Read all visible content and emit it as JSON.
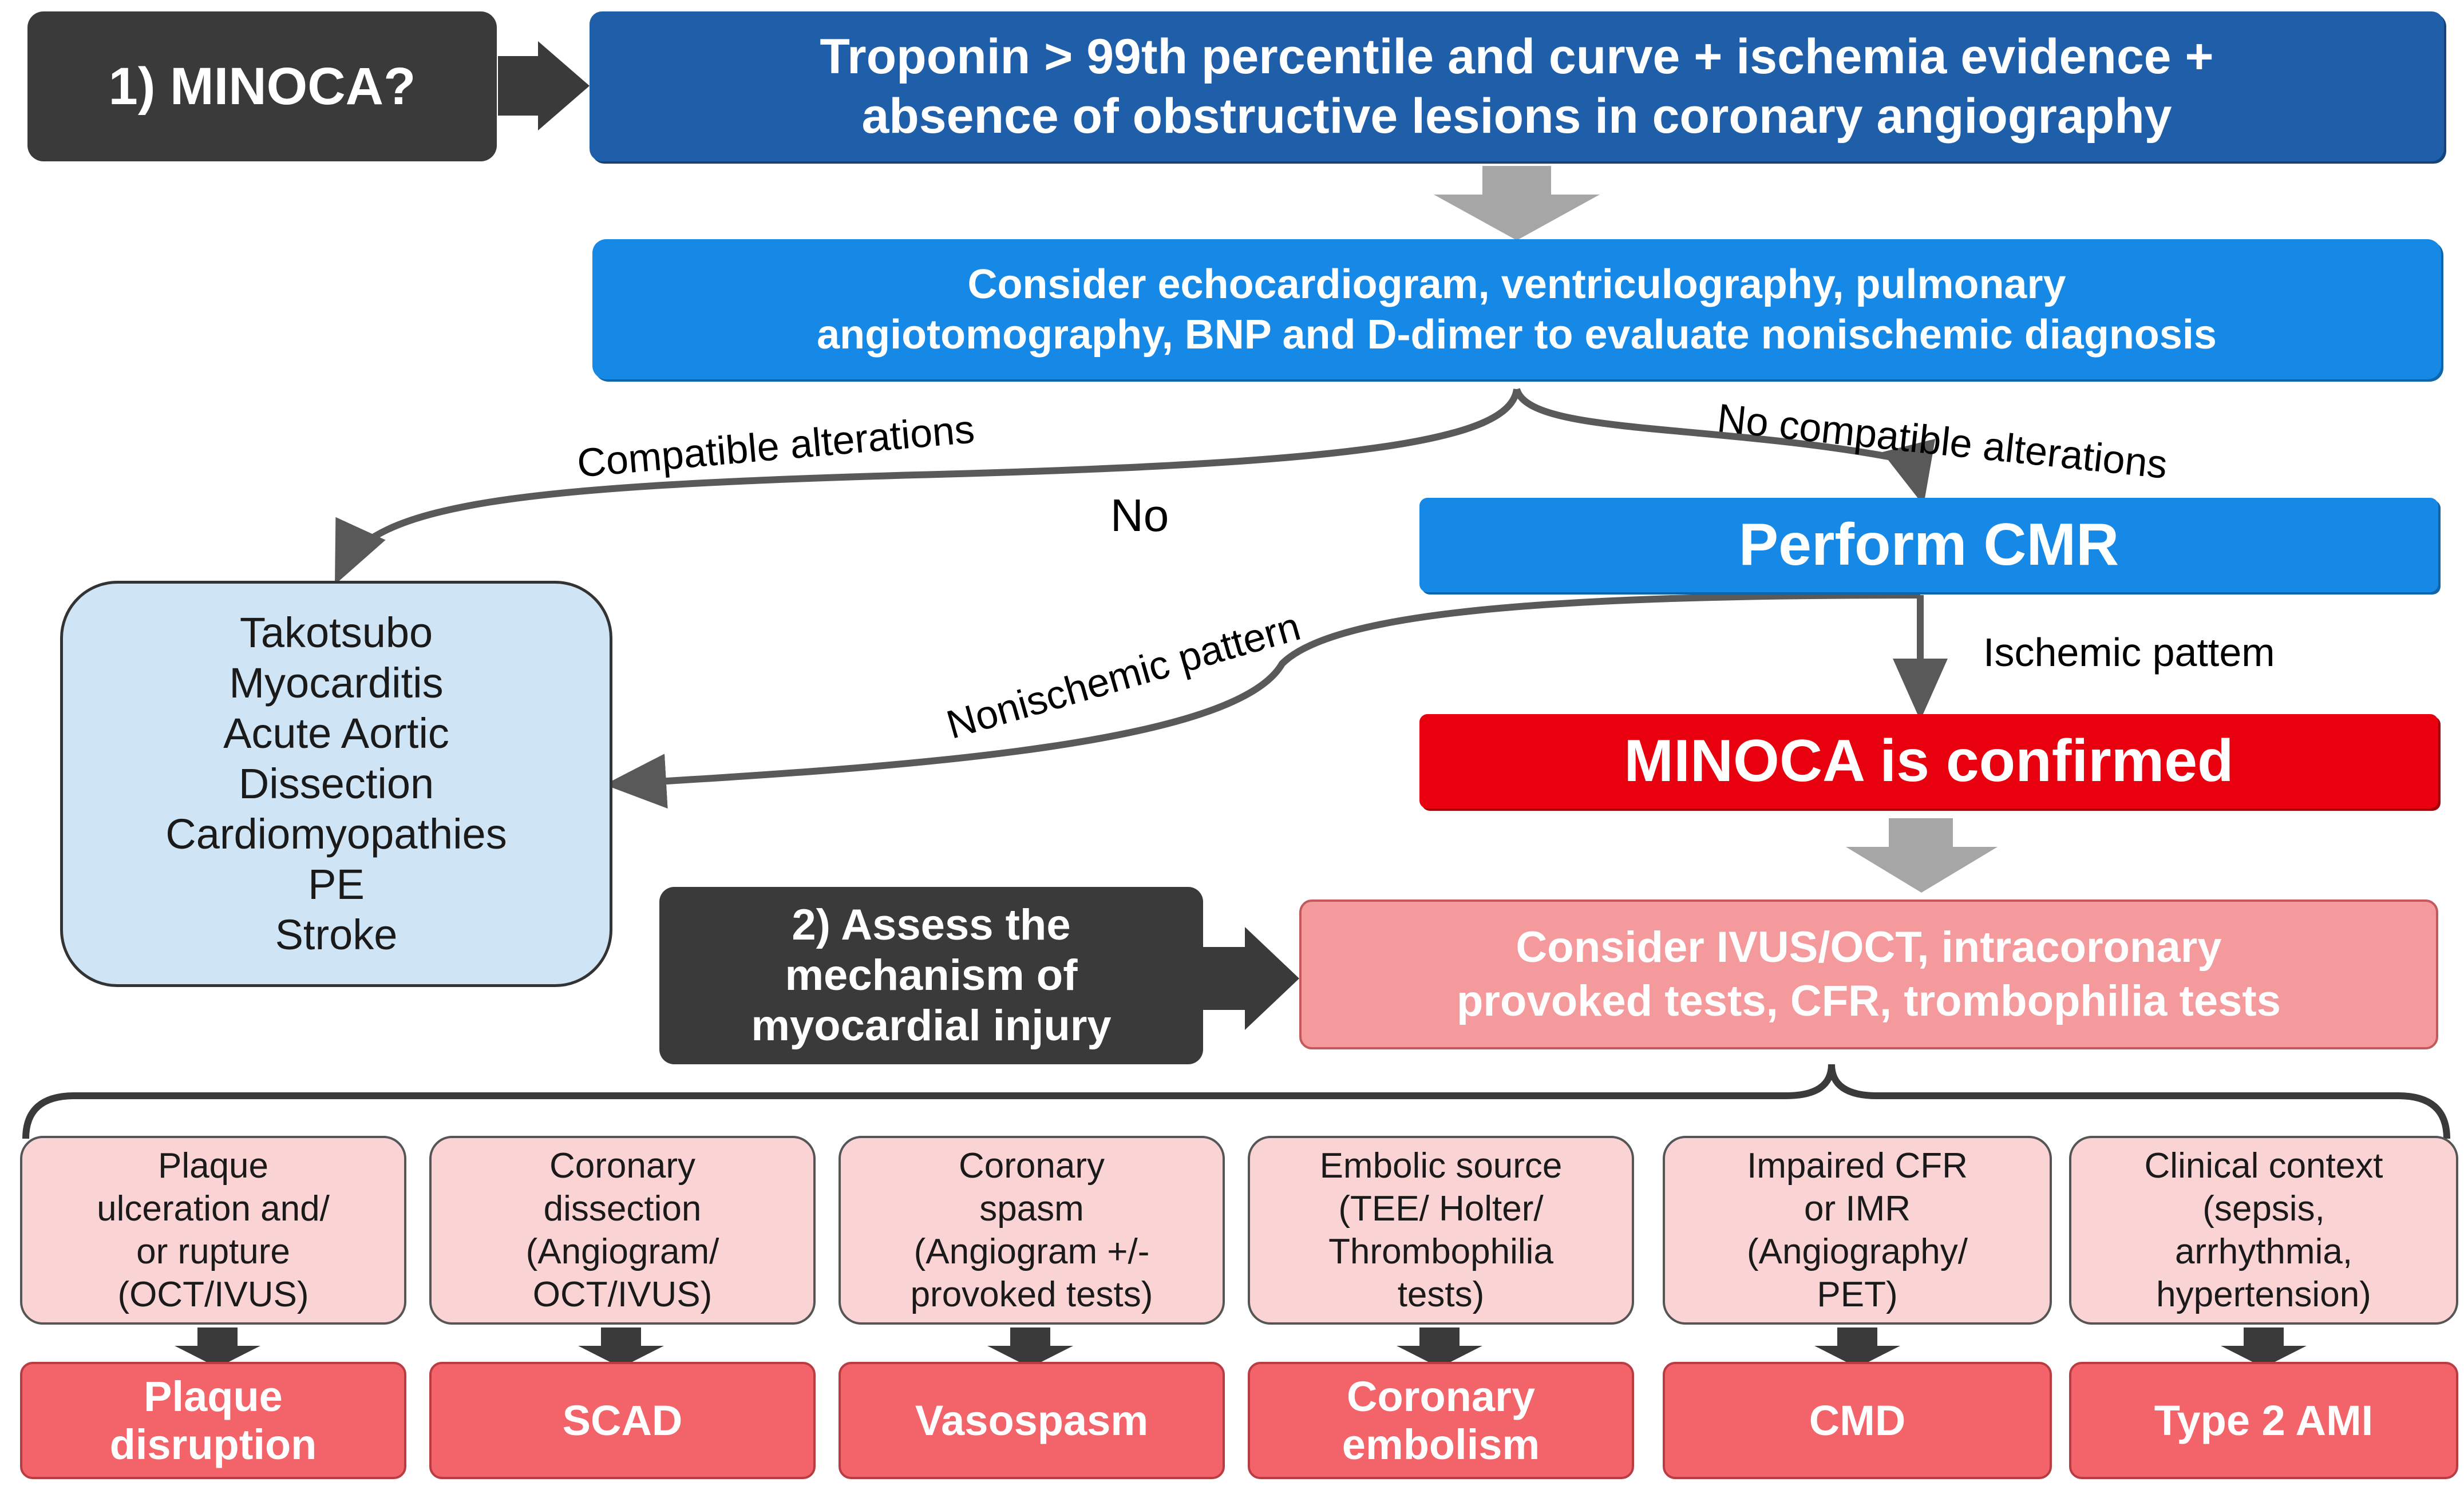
{
  "step1": {
    "label": "1) MINOCA?"
  },
  "criteria": {
    "lines": [
      "Troponin > 99th percentile and curve + ischemia evidence +",
      "absence of obstructive lesions in coronary angiography"
    ]
  },
  "consider_tests": {
    "lines": [
      "Consider echocardiogram, ventriculography, pulmonary",
      "angiotomography, BNP and D-dimer to evaluate nonischemic diagnosis"
    ]
  },
  "branch_labels": {
    "compatible": "Compatible alterations",
    "no": "No",
    "no_compatible": "No compatible alterations",
    "nonischemic": "Nonischemic pattern",
    "ischemic": "Ischemic pattem"
  },
  "perform_cmr": {
    "label": "Perform CMR"
  },
  "alternatives": {
    "lines": [
      "Takotsubo",
      "Myocarditis",
      "Acute Aortic",
      "Dissection",
      "Cardiomyopathies",
      "PE",
      "Stroke"
    ]
  },
  "minoca_confirmed": {
    "label": "MINOCA is confirmed"
  },
  "step2": {
    "lines": [
      "2) Assess the",
      "mechanism of",
      "myocardial injury"
    ]
  },
  "consider_ivus": {
    "lines": [
      "Consider IVUS/OCT, intracoronary",
      "provoked tests, CFR, trombophilia tests"
    ]
  },
  "mechanisms": [
    {
      "finding": [
        "Plaque",
        "ulceration and/",
        "or rupture",
        "(OCT/IVUS)"
      ],
      "diagnosis": [
        "Plaque",
        "disruption"
      ]
    },
    {
      "finding": [
        "Coronary",
        "dissection",
        "(Angiogram/",
        "OCT/IVUS)"
      ],
      "diagnosis": [
        "SCAD"
      ]
    },
    {
      "finding": [
        "Coronary",
        "spasm",
        "(Angiogram +/-",
        "provoked tests)"
      ],
      "diagnosis": [
        "Vasospasm"
      ]
    },
    {
      "finding": [
        "Embolic source",
        "(TEE/ Holter/",
        "Thrombophilia",
        "tests)"
      ],
      "diagnosis": [
        "Coronary",
        "embolism"
      ]
    },
    {
      "finding": [
        "Impaired CFR",
        "or IMR",
        "(Angiography/",
        "PET)"
      ],
      "diagnosis": [
        "CMD"
      ]
    },
    {
      "finding": [
        "Clinical context",
        "(sepsis,",
        "arrhythmia,",
        "hypertension)"
      ],
      "diagnosis": [
        "Type 2 AMI"
      ]
    }
  ],
  "colors": {
    "dark_box": "#3a3a3a",
    "navy_box": "#1f5ea8",
    "blue_box": "#1689e6",
    "light_blue_box": "#cfe4f4",
    "red_box": "#e8000e",
    "pink_box": "#f59a9c",
    "light_pink_box": "#fad4d5",
    "salmon_box": "#f2646a",
    "arrow_gray": "#a6a6a6",
    "connector": "#595959"
  }
}
